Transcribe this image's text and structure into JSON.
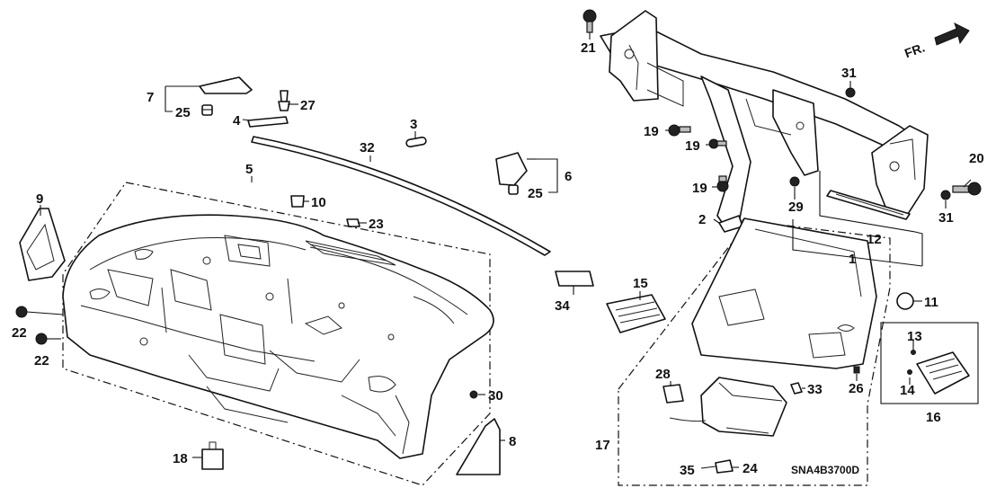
{
  "diagram": {
    "drawing_code": "SNA4B3700D",
    "direction_label": "FR.",
    "callouts": {
      "c1": "1",
      "c2": "2",
      "c3": "3",
      "c4": "4",
      "c5": "5",
      "c6": "6",
      "c7": "7",
      "c8": "8",
      "c9": "9",
      "c10": "10",
      "c11": "11",
      "c12": "12",
      "c13": "13",
      "c14": "14",
      "c15": "15",
      "c16": "16",
      "c17": "17",
      "c18": "18",
      "c19": "19",
      "c20": "20",
      "c21": "21",
      "c22": "22",
      "c23": "23",
      "c24": "24",
      "c25": "25",
      "c26": "26",
      "c27": "27",
      "c28": "28",
      "c29": "29",
      "c30": "30",
      "c31": "31",
      "c32": "32",
      "c33": "33",
      "c34": "34",
      "c35": "35"
    }
  }
}
